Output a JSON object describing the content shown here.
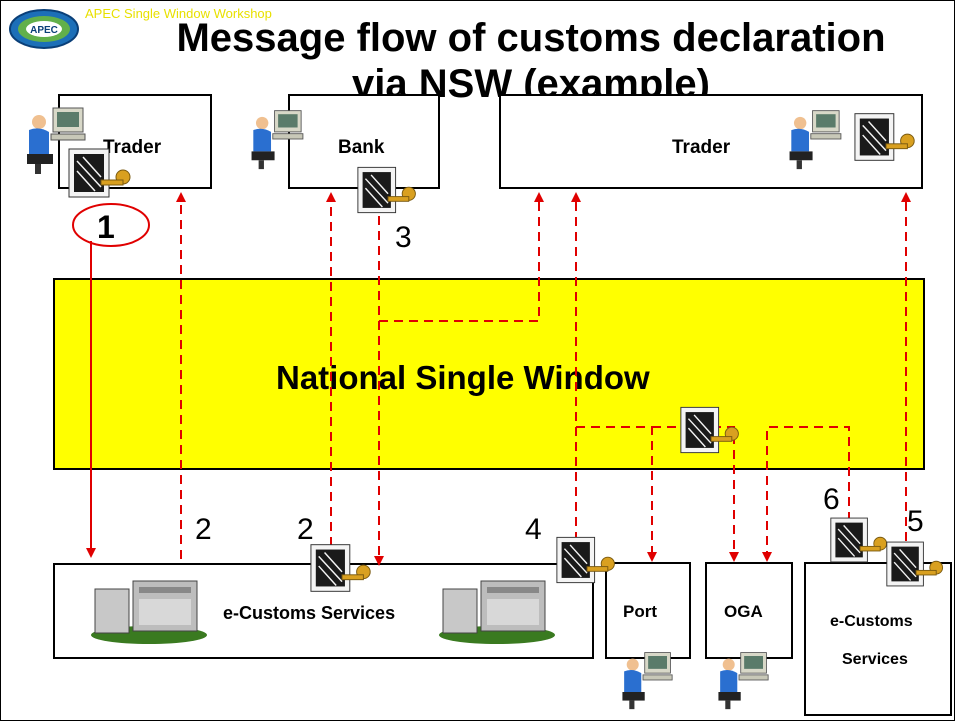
{
  "header": {
    "logo": "APEC",
    "workshop": "APEC Single Window Workshop",
    "title_line1": "Message flow of customs declaration",
    "title_line2": "via NSW (example)"
  },
  "boxes": {
    "trader_left": "Trader",
    "bank": "Bank",
    "trader_right": "Trader",
    "nsw": "National Single Window",
    "ecustoms_main": "e-Customs Services",
    "port": "Port",
    "oga": "OGA",
    "ecustoms_right_line1": "e-Customs",
    "ecustoms_right_line2": "Services"
  },
  "step_numbers": {
    "one": "1",
    "two_a": "2",
    "two_b": "2",
    "three": "3",
    "four": "4",
    "five": "5",
    "six": "6"
  },
  "colors": {
    "nsw_fill": "#ffff00",
    "flow_arrow": "#e00000",
    "workshop_text": "#e8e000",
    "step_circle": "#e00000"
  },
  "icons": [
    "apec-logo-icon",
    "person-at-computer-icon",
    "signed-document-key-icon",
    "server-computer-icon"
  ]
}
